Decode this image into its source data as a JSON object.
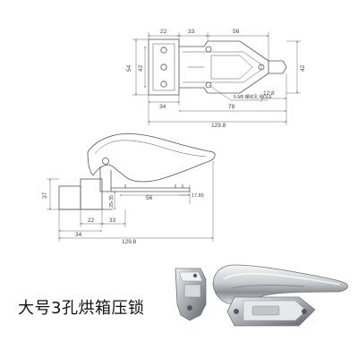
{
  "caption": "大号3孔烘箱压锁",
  "top_view": {
    "dims": {
      "d22": "22",
      "d33": "33",
      "d56": "56",
      "d54": "54",
      "d42_inner": "42",
      "d42_right": "42",
      "d34": "34",
      "d12_8": "12.8",
      "d78": "78",
      "d129_8": "129.8",
      "hole_note": "6-M5 螺纹孔 HOLE"
    }
  },
  "side_view": {
    "dims": {
      "d37": "37",
      "d25_35": "25-35",
      "d56": "56",
      "d17_85": "17.85",
      "d22": "22",
      "d33": "33",
      "d34": "34",
      "d129_8": "129.8"
    }
  },
  "colors": {
    "line": "#555555",
    "dim": "#6a6a6a",
    "metal_light": "#e9eaec",
    "metal_mid": "#b8bbbf",
    "metal_dark": "#6f7378"
  }
}
